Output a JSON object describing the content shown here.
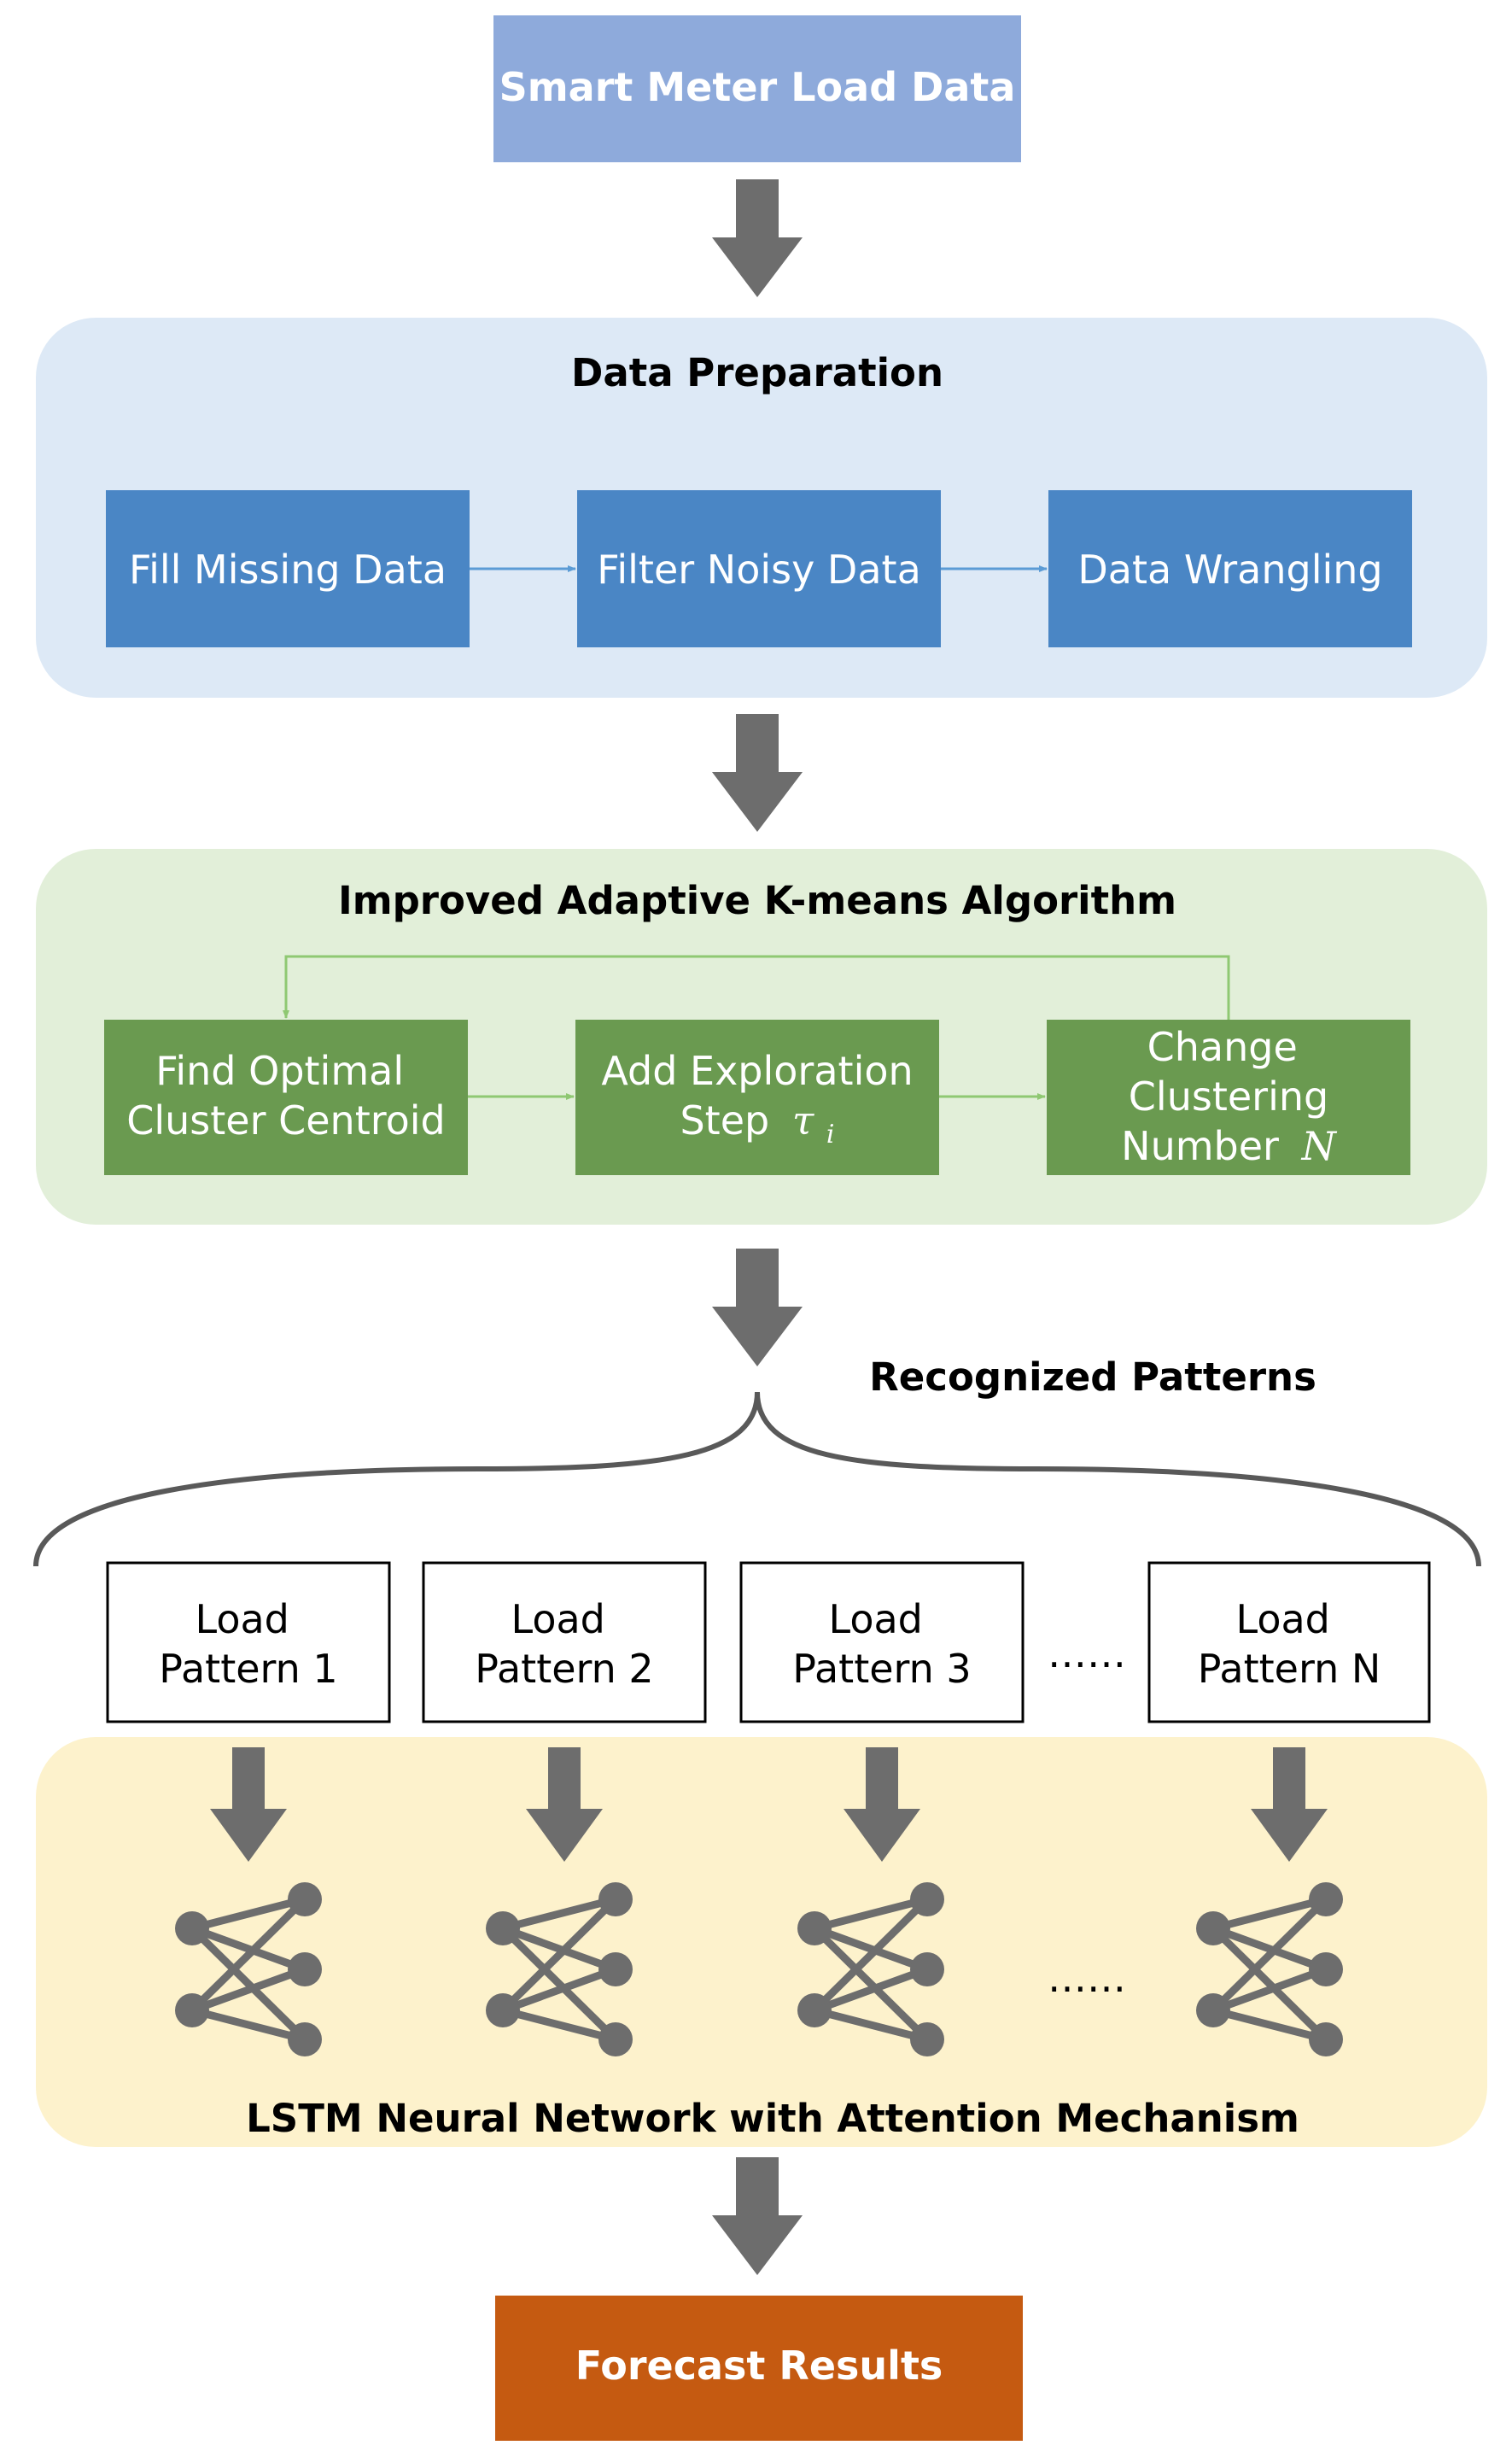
{
  "input": {
    "label": "Smart Meter Load Data"
  },
  "data_preparation": {
    "title": "Data Preparation",
    "steps": [
      "Fill Missing Data",
      "Filter Noisy Data",
      "Data Wrangling"
    ]
  },
  "kmeans": {
    "title": "Improved Adaptive K-means Algorithm",
    "step1": {
      "line1": "Find Optimal",
      "line2": "Cluster Centroid"
    },
    "step2": {
      "line1": "Add Exploration",
      "line2": "Step",
      "symbol": "τ",
      "subscript": "i"
    },
    "step3": {
      "line1": "Change",
      "line2": "Clustering",
      "line3": "Number",
      "symbol": "N"
    }
  },
  "recognized": {
    "label": "Recognized Patterns"
  },
  "patterns": {
    "items": [
      {
        "line1": "Load",
        "line2": "Pattern 1"
      },
      {
        "line1": "Load",
        "line2": "Pattern 2"
      },
      {
        "line1": "Load",
        "line2": "Pattern 3"
      },
      {
        "line1": "Load",
        "line2": "Pattern N"
      }
    ],
    "ellipsis": "……"
  },
  "lstm": {
    "title": "LSTM Neural Network with Attention Mechanism",
    "ellipsis": "……"
  },
  "output": {
    "label": "Forecast Results"
  },
  "colors": {
    "input_box": "#8eaadb",
    "prep_panel": "#dde9f6",
    "prep_box": "#4a86c5",
    "kmeans_panel": "#e2efd9",
    "kmeans_box": "#6a9a50",
    "lstm_panel": "#fdf2cc",
    "output_box": "#c55a11",
    "arrow": "#6d6d6d"
  }
}
